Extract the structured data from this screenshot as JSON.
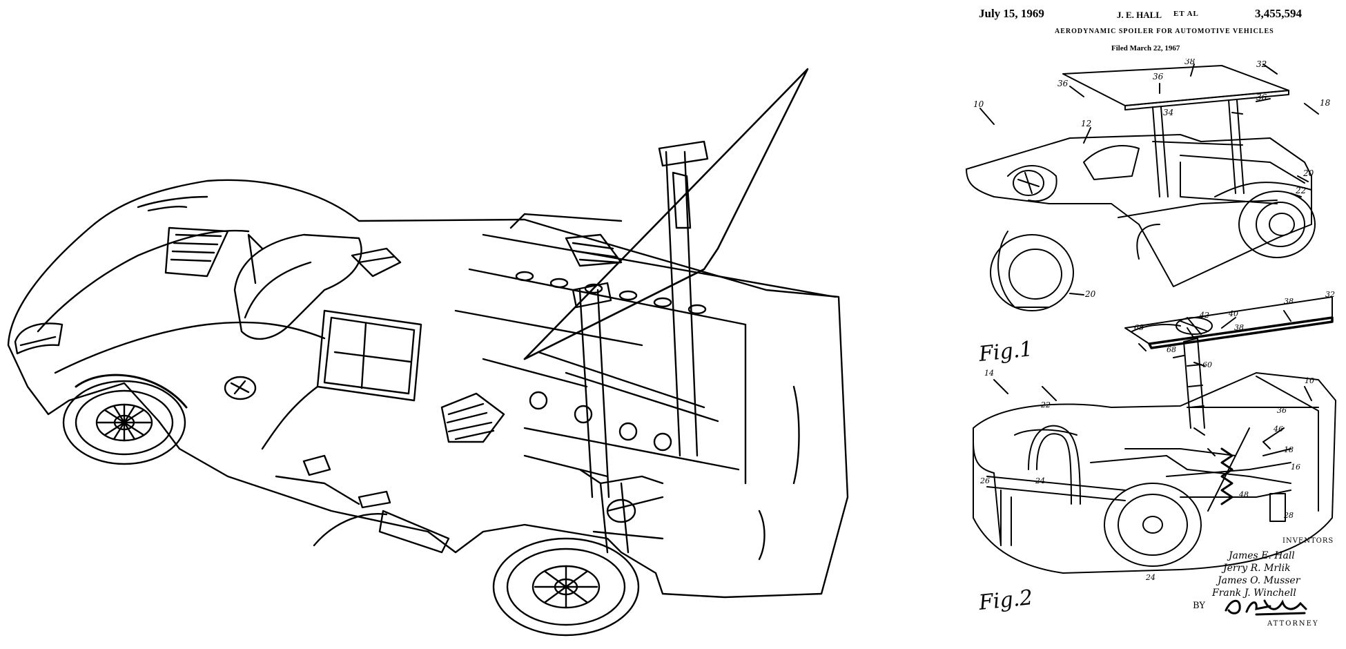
{
  "patent": {
    "date": "July 15, 1969",
    "inventor_short": "J. E. HALL",
    "et_al": "ET AL",
    "number": "3,455,594",
    "title": "AERODYNAMIC SPOILER FOR AUTOMOTIVE VEHICLES",
    "filed": "Filed March 22, 1967"
  },
  "figures": {
    "fig1_label": "Fig.1",
    "fig2_label": "Fig.2"
  },
  "inventors": {
    "heading": "INVENTORS",
    "names": [
      "James E. Hall",
      "Jerry R. Mrlik",
      "James O. Musser",
      "Frank J. Winchell"
    ],
    "by": "BY",
    "attorney": "ATTORNEY"
  },
  "fig1_refs": [
    "32",
    "38",
    "36",
    "34",
    "36",
    "10",
    "12",
    "18",
    "20",
    "22",
    "20"
  ],
  "fig2_refs": [
    "38",
    "32",
    "42",
    "40",
    "38",
    "68",
    "68",
    "60",
    "14",
    "10",
    "22",
    "36",
    "46",
    "18",
    "16",
    "48",
    "28",
    "26",
    "24",
    "24"
  ],
  "colors": {
    "ink": "#000000",
    "paper": "#ffffff"
  }
}
